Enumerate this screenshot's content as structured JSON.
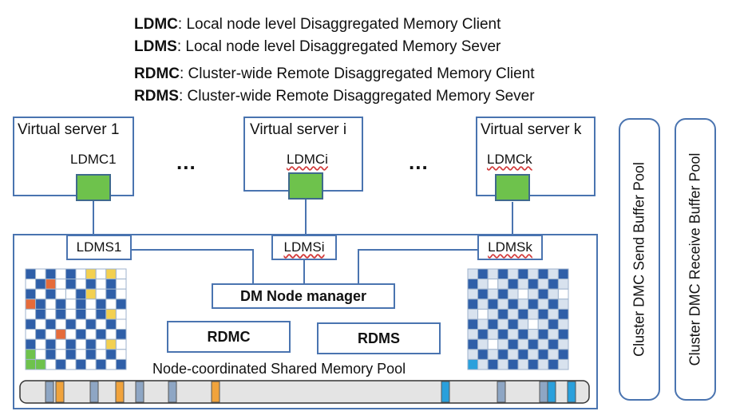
{
  "legend": [
    {
      "abbr": "LDMC",
      "text": ": Local node level Disaggregated Memory Client"
    },
    {
      "abbr": "LDMS",
      "text": ": Local node level Disaggregated Memory Sever"
    },
    {
      "abbr": "RDMC",
      "text": ": Cluster-wide Remote Disaggregated Memory Client"
    },
    {
      "abbr": "RDMS",
      "text": ": Cluster-wide Remote Disaggregated Memory Sever"
    }
  ],
  "virtual_servers": [
    {
      "title": "Virtual server 1",
      "ldmc": "LDMC1"
    },
    {
      "title": "Virtual server i",
      "ldmc": "LDMCi"
    },
    {
      "title": "Virtual server k",
      "ldmc": "LDMCk"
    }
  ],
  "ellipsis": "...",
  "ldms": [
    "LDMS1",
    "LDMSi",
    "LDMSk"
  ],
  "node_manager": "DM Node manager",
  "rdmc": "RDMC",
  "rdms": "RDMS",
  "shared_pool_label": "Node-coordinated Shared Memory Pool",
  "send_pool": "Cluster DMC Send Buffer Pool",
  "receive_pool": "Cluster DMC Receive Buffer Pool",
  "colors": {
    "border": "#4a74b0",
    "dark_blue": "#2f5fa8",
    "light_blue": "#2aa0dc",
    "grey_blue": "#8ea6c4",
    "orange": "#f0a33c",
    "yellow": "#f3d050",
    "green": "#6ec24c",
    "red": "#e56b3a"
  }
}
